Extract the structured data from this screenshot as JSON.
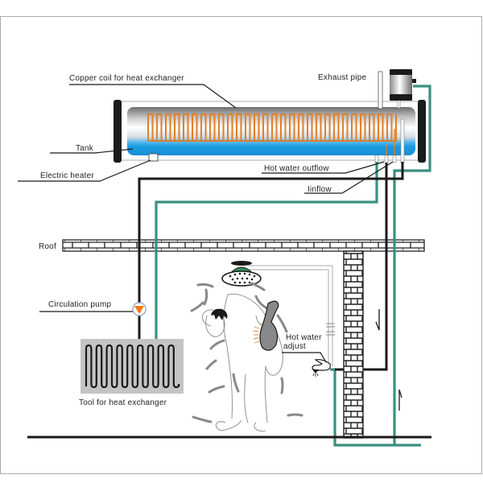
{
  "diagram": {
    "title": "Split pressurized solar water heater with heat exchanger",
    "labels": {
      "copper_coil": "Copper coil for heat exchanger",
      "exhaust_pipe": "Exhaust pipe",
      "tank": "Tank",
      "electric_heater": "Electric heater",
      "hot_water_outflow": "Hot water outflow",
      "inflow": "Iinflow",
      "roof": "Roof",
      "circulation_pump": "Circulation pump",
      "tool_heat_exchanger": "Tool for heat exchanger",
      "hot_water_adjust_line1": "Hot water",
      "hot_water_adjust_line2": "adjust"
    },
    "colors": {
      "pipe_hot": "#1a1a1a",
      "pipe_cold": "#3a8f80",
      "water": "#1a9be0",
      "copper": "#e0802a",
      "shower_head": "#2f8f5a",
      "pump": "#f07a10",
      "exchanger_bg": "#c4c4c4",
      "frame": "#aaaaaa"
    },
    "flow_arrows": [
      {
        "pipe": "hot",
        "direction": "down"
      },
      {
        "pipe": "cold",
        "direction": "up"
      }
    ]
  }
}
